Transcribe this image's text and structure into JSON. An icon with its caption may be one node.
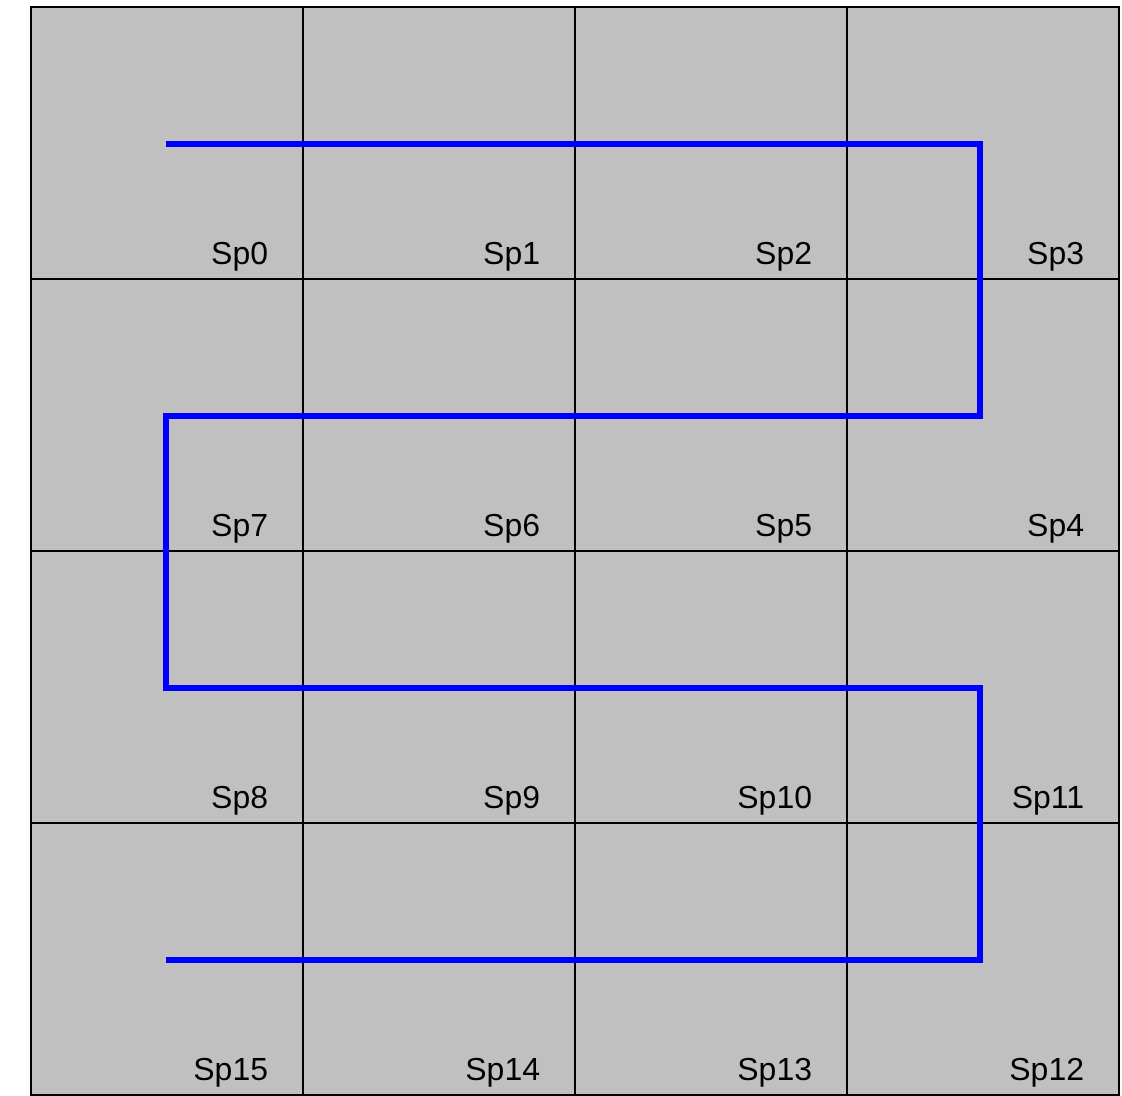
{
  "diagram": {
    "labels": [
      "Sp0",
      "Sp1",
      "Sp2",
      "Sp3",
      "Sp7",
      "Sp6",
      "Sp5",
      "Sp4",
      "Sp8",
      "Sp9",
      "Sp10",
      "Sp11",
      "Sp15",
      "Sp14",
      "Sp13",
      "Sp12"
    ]
  }
}
